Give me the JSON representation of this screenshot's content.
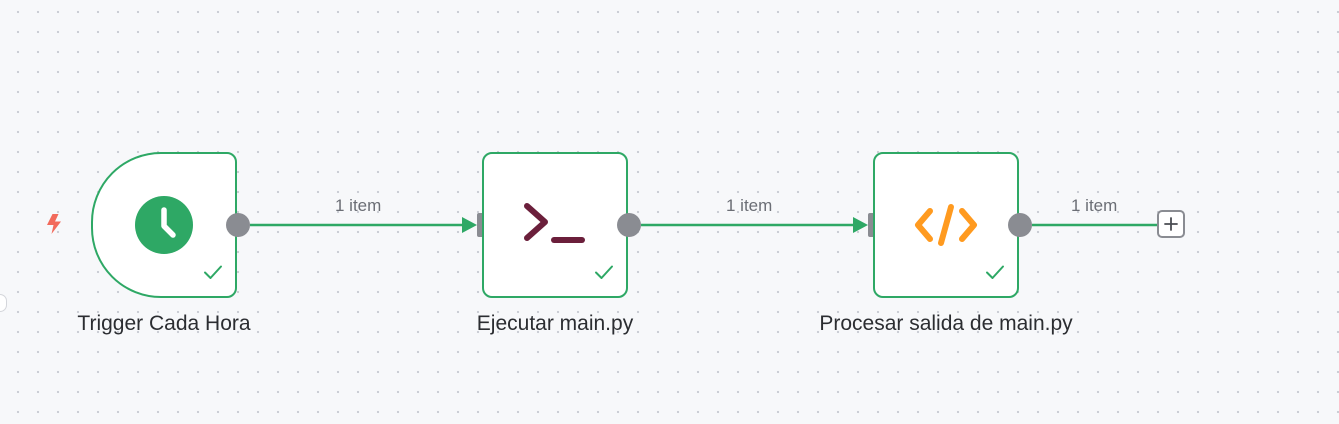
{
  "canvas": {
    "background_color": "#f7f8fa",
    "dot_color": "#c9ccd3"
  },
  "colors": {
    "success": "#2ea865",
    "handle": "#8a8c92",
    "trigger_bolt": "#f26a5b",
    "terminal": "#6b1f3b",
    "code": "#ff9a1f"
  },
  "nodes": [
    {
      "id": "trigger",
      "label": "Trigger Cada Hora",
      "icon": "clock-icon",
      "status": "success"
    },
    {
      "id": "exec",
      "label": "Ejecutar main.py",
      "icon": "terminal-icon",
      "status": "success"
    },
    {
      "id": "code",
      "label": "Procesar salida de main.py",
      "icon": "code-icon",
      "status": "success"
    }
  ],
  "edges": [
    {
      "from": "trigger",
      "to": "exec",
      "label": "1 item"
    },
    {
      "from": "exec",
      "to": "code",
      "label": "1 item"
    },
    {
      "from": "code",
      "to": "add",
      "label": "1 item"
    }
  ],
  "add_node": {
    "icon": "plus-icon"
  },
  "trigger_marker": {
    "icon": "lightning-bolt-icon"
  }
}
